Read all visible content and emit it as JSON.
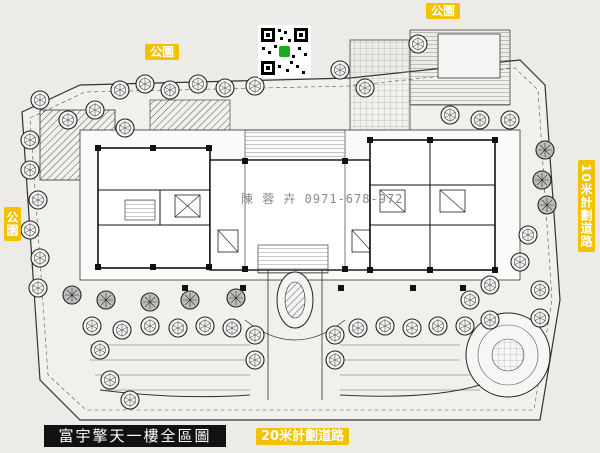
{
  "labels": {
    "park_top_right": "公園",
    "park_top_left": "公園",
    "park_left": "公園",
    "road_right": "10米計劃道路",
    "road_bottom": "20米計劃道路"
  },
  "title": "富宇擎天一樓全區圖",
  "watermark": "陳 蓉 卉 0971-678-972",
  "colors": {
    "label_bg": "#f2c200",
    "label_text": "#ffffff",
    "title_bg": "#111111",
    "line": "#2b2b2b",
    "paper": "#ecebe7"
  },
  "icons": {
    "qr": "qr-code-icon"
  }
}
